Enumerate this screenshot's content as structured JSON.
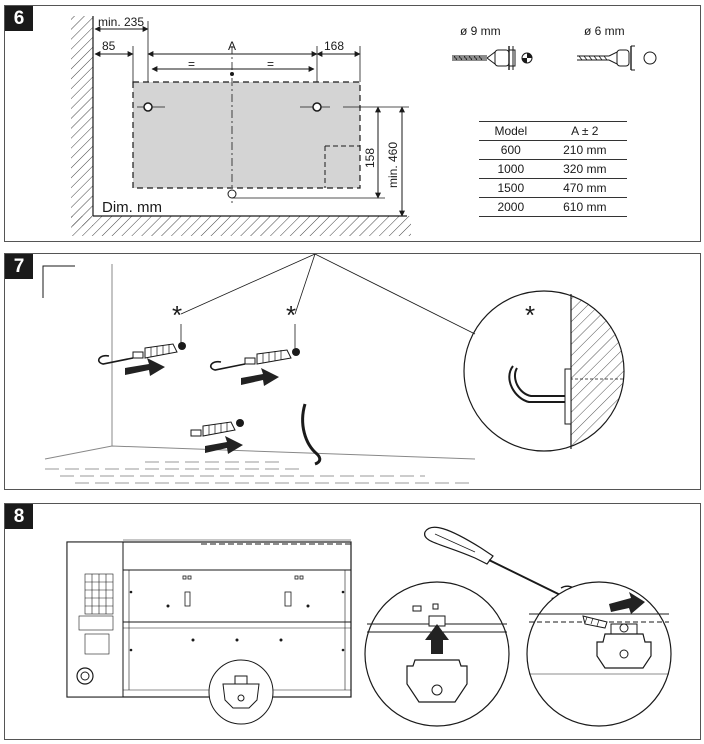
{
  "panels": [
    {
      "number": "6"
    },
    {
      "number": "7"
    },
    {
      "number": "8"
    }
  ],
  "dims": {
    "min235": "min. 235",
    "d85": "85",
    "dA": "A",
    "d168": "168",
    "eq": "=",
    "d158": "158",
    "min460": "min. 460",
    "unit": "Dim. mm"
  },
  "drill": {
    "d9": "ø 9 mm",
    "d6": "ø 6 mm"
  },
  "table": {
    "headers": [
      "Model",
      "A ± 2"
    ],
    "rows": [
      [
        "600",
        "210 mm"
      ],
      [
        "1000",
        "320 mm"
      ],
      [
        "1500",
        "470 mm"
      ],
      [
        "2000",
        "610 mm"
      ]
    ]
  },
  "markers": {
    "asterisk": "*"
  },
  "colors": {
    "heater_fill": "#d4d4d4",
    "ink": "#1a1a1a",
    "arrow": "#222222"
  }
}
